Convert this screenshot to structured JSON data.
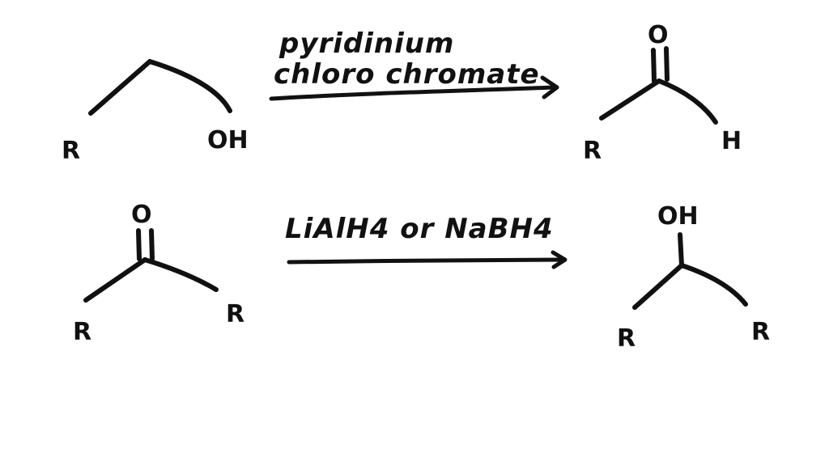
{
  "reaction_1": {
    "reactant": {
      "left_label": "R",
      "right_label": "OH"
    },
    "reagent_line_1": "pyridinium",
    "reagent_line_2": "chloro chromate",
    "product": {
      "top_label": "O",
      "left_label": "R",
      "right_label": "H"
    }
  },
  "reaction_2": {
    "reactant": {
      "top_label": "O",
      "left_label": "R",
      "right_label": "R"
    },
    "reagent": "LiAlH4 or NaBH4",
    "product": {
      "top_label": "OH",
      "left_label": "R",
      "right_label": "R"
    }
  }
}
